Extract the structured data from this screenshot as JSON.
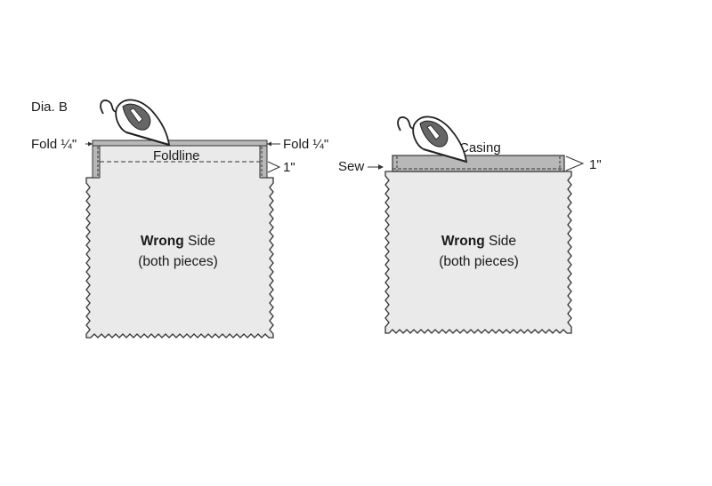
{
  "diagram_label": "Dia. B",
  "left": {
    "fold_left": "Fold ¼\"",
    "fold_right": "Fold ¼\"",
    "foldline": "Foldline",
    "measure": "1\"",
    "body_bold": "Wrong",
    "body_rest": " Side",
    "body_sub": "(both pieces)"
  },
  "right": {
    "casing": "Casing",
    "sew": "Sew",
    "measure": "1\"",
    "body_bold": "Wrong",
    "body_rest": " Side",
    "body_sub": "(both pieces)"
  },
  "colors": {
    "fabric": "#eaeaea",
    "fold_band": "#b8b8b8",
    "outline": "#333333",
    "iron_fill": "#ffffff"
  },
  "icons": [
    "iron-icon"
  ]
}
